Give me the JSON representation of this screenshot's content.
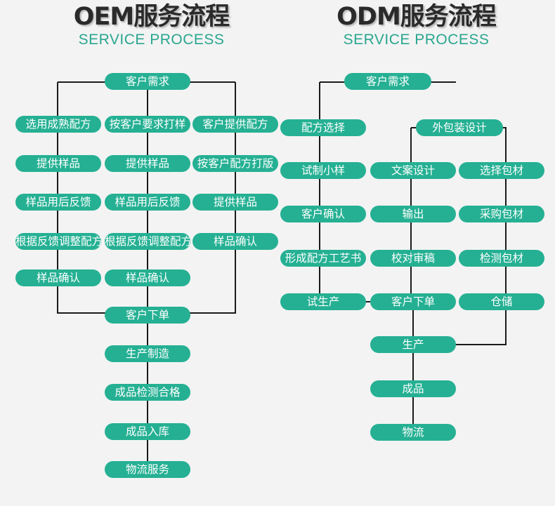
{
  "oem": {
    "title": "OEM服务流程",
    "subtitle": "SERVICE PROCESS",
    "nodes": {
      "start": "客户需求",
      "col1": [
        "选用成熟配方",
        "提供样品",
        "样品用后反馈",
        "根据反馈调整配方",
        "样品确认"
      ],
      "col2": [
        "按客户要求打样",
        "提供样品",
        "样品用后反馈",
        "根据反馈调整配方",
        "样品确认"
      ],
      "col3": [
        "客户提供配方",
        "按客户配方打版",
        "提供样品",
        "样品确认"
      ],
      "order": "客户下单",
      "tail": [
        "生产制造",
        "成品检测合格",
        "成品入库",
        "物流服务"
      ]
    }
  },
  "odm": {
    "title": "ODM服务流程",
    "subtitle": "SERVICE PROCESS",
    "nodes": {
      "start": "客户需求",
      "left": [
        "配方选择",
        "试制小样",
        "客户确认",
        "形成配方工艺书",
        "试生产"
      ],
      "packaging": "外包装设计",
      "mid": [
        "文案设计",
        "输出",
        "校对审稿",
        "客户下单"
      ],
      "right": [
        "选择包材",
        "采购包材",
        "检测包材",
        "仓储"
      ],
      "tail": [
        "生产",
        "成品",
        "物流"
      ]
    }
  },
  "colors": {
    "node_fill": "#25b093",
    "node_text": "#ffffff",
    "line": "#1a1a1a",
    "subtitle": "#2aa68f",
    "background": "#f3f3f3"
  }
}
